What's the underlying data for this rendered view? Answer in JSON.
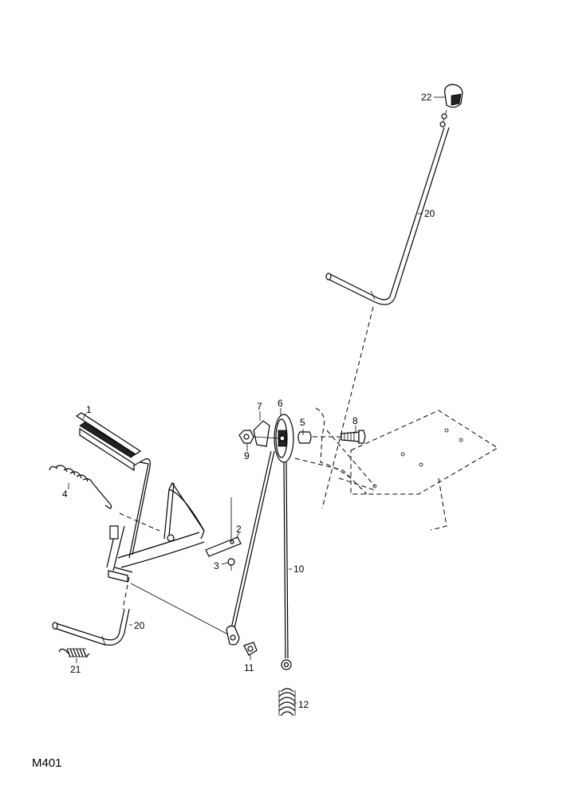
{
  "diagram": {
    "code": "M401",
    "callouts": [
      "1",
      "2",
      "3",
      "4",
      "5",
      "6",
      "7",
      "8",
      "9",
      "10",
      "11",
      "12",
      "20",
      "20",
      "21",
      "22"
    ]
  }
}
